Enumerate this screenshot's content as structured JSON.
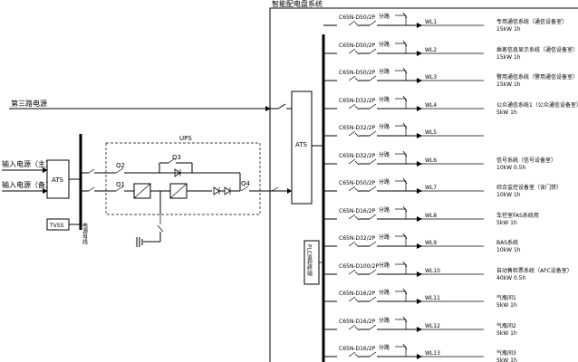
{
  "panel_title": "智能配电盘系统",
  "third_power": "第三路电源",
  "input_main": "输入电源（主）",
  "input_backup": "输入电源（备）",
  "ats_left": "ATS",
  "ats_main": "ATS",
  "tvss": "TVSS",
  "busbar_label": "电源母线",
  "ups": {
    "label": "UPS",
    "q1": "Q1",
    "q2": "Q2",
    "q3": "Q3",
    "q4": "Q4"
  },
  "plc_label": "PLC监控终端",
  "circuits": [
    {
      "breaker": "C65N-D50/2P",
      "spare": "分路",
      "id": "WL1",
      "name": "专用通信系统（通信设备室）",
      "rating": "15kW 1h"
    },
    {
      "breaker": "C65N-D50/2P",
      "spare": "分路",
      "id": "WL2",
      "name": "乘客信息显示系统（通信设备室）",
      "rating": "15kW 1h"
    },
    {
      "breaker": "C65N-D50/2P",
      "spare": "分路",
      "id": "WL3",
      "name": "警用通信系统（警用通信设备室）",
      "rating": "15kW 1h"
    },
    {
      "breaker": "C65N-D32/2P",
      "spare": "分路",
      "id": "WL4",
      "name": "公众通信系统1（公众通信设备室）",
      "rating": "5kW 1h"
    },
    {
      "breaker": "C65N-D32/2P",
      "spare": "分路",
      "id": "WL5",
      "name": "",
      "rating": ""
    },
    {
      "breaker": "C65N-D32/2P",
      "spare": "分路",
      "id": "WL6",
      "name": "信号系统（信号设备室）",
      "rating": "10kW 0.5h"
    },
    {
      "breaker": "C65N-D50/2P",
      "spare": "分路",
      "id": "WL7",
      "name": "综合监控设备室（含门禁）",
      "rating": "10kW 1h"
    },
    {
      "breaker": "C65N-D16/2P",
      "spare": "分路",
      "id": "WL8",
      "name": "车控室FAS系统用",
      "rating": "5kW 1h"
    },
    {
      "breaker": "C65N-D32/2P",
      "spare": "分路",
      "id": "WL9",
      "name": "BAS系统",
      "rating": "10kW 1h"
    },
    {
      "breaker": "C65N-D100/2P",
      "spare": "分路",
      "id": "WL10",
      "name": "自动售检票系统（AFC设备室）",
      "rating": "40kW 0.5h"
    },
    {
      "breaker": "C65N-D16/2P",
      "spare": "分路",
      "id": "WL11",
      "name": "气瓶间1",
      "rating": "5kW 1h"
    },
    {
      "breaker": "C65N-D16/2P",
      "spare": "分路",
      "id": "WL12",
      "name": "气瓶间2",
      "rating": "5kW 1h"
    },
    {
      "breaker": "C65N-D16/2P",
      "spare": "分路",
      "id": "WL13",
      "name": "气瓶间3",
      "rating": "5kW 1h"
    }
  ]
}
